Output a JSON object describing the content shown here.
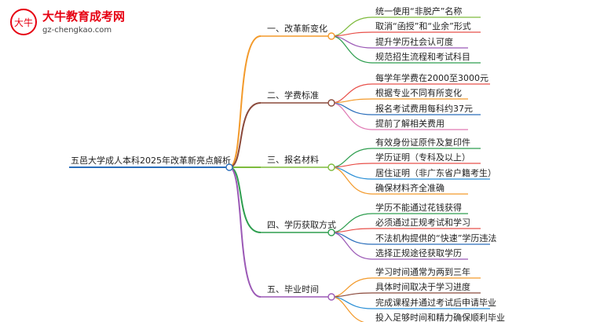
{
  "logo": {
    "title": "大牛教育成考网",
    "url_text": "gz-chengkao.com",
    "mark_text": "大牛",
    "accent": "#e60012"
  },
  "root": {
    "label": "五邑大学成人本科2025年改革新亮点解析",
    "color": "#2a6ebb"
  },
  "branches": [
    {
      "label": "一、改革新变化",
      "color": "#f39a2b",
      "leaves": [
        {
          "label": "统一使用“非脱产”名称",
          "color": "#7dbb3c"
        },
        {
          "label": "取消“函授”和“业余”形式",
          "color": "#e8504a"
        },
        {
          "label": "提升学历社会认可度",
          "color": "#9b59b6"
        },
        {
          "label": "规范招生流程和考试科目",
          "color": "#2e9e4f"
        }
      ]
    },
    {
      "label": "二、学费标准",
      "color": "#8b4a3c",
      "leaves": [
        {
          "label": "每学年学费在2000至3000元",
          "color": "#e8504a"
        },
        {
          "label": "根据专业不同有所变化",
          "color": "#f39a2b"
        },
        {
          "label": "报名考试费用每科约37元",
          "color": "#2a6ebb"
        },
        {
          "label": "提前了解相关费用",
          "color": "#e07bb5"
        }
      ]
    },
    {
      "label": "三、报名材料",
      "color": "#7dbb3c",
      "leaves": [
        {
          "label": "有效身份证原件及复印件",
          "color": "#2e9e4f"
        },
        {
          "label": "学历证明（专科及以上）",
          "color": "#e8504a"
        },
        {
          "label": "居住证明（非广东省户籍考生）",
          "color": "#2a8fd6"
        },
        {
          "label": "确保材料齐全准确",
          "color": "#f39a2b"
        }
      ]
    },
    {
      "label": "四、学历获取方式",
      "color": "#2e9e4f",
      "leaves": [
        {
          "label": "学历不能通过花钱获得",
          "color": "#2e9e4f"
        },
        {
          "label": "必须通过正规考试和学习",
          "color": "#e8504a"
        },
        {
          "label": "不法机构提供的“快速”学历违法",
          "color": "#2a6ebb"
        },
        {
          "label": "选择正规途径获取学历",
          "color": "#9b59b6"
        }
      ]
    },
    {
      "label": "五、毕业时间",
      "color": "#9b59b6",
      "leaves": [
        {
          "label": "学习时间通常为两到三年",
          "color": "#f39a2b"
        },
        {
          "label": "具体时间取决于学习进度",
          "color": "#8b4a3c"
        },
        {
          "label": "完成课程并通过考试后申请毕业",
          "color": "#2a8fd6"
        },
        {
          "label": "投入足够时间和精力确保顺利毕业",
          "color": "#f39a2b"
        }
      ]
    }
  ]
}
